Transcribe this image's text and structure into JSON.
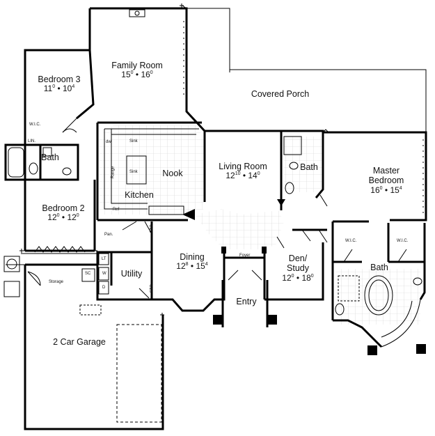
{
  "rooms": {
    "family_room": {
      "name": "Family Room",
      "dim_a": "15",
      "dim_a_sup": "0",
      "dim_b": "16",
      "dim_b_sup": "0"
    },
    "bedroom3": {
      "name": "Bedroom 3",
      "dim_a": "11",
      "dim_a_sup": "0",
      "dim_b": "10",
      "dim_b_sup": "4"
    },
    "covered_porch": {
      "name": "Covered Porch"
    },
    "nook": {
      "name": "Nook"
    },
    "kitchen": {
      "name": "Kitchen"
    },
    "living_room": {
      "name": "Living Room",
      "dim_a": "12",
      "dim_a_sup": "10",
      "dim_b": "14",
      "dim_b_sup": "0"
    },
    "master_bedroom": {
      "name_line1": "Master",
      "name_line2": "Bedroom",
      "dim_a": "16",
      "dim_a_sup": "0",
      "dim_b": "15",
      "dim_b_sup": "4"
    },
    "bath_left": {
      "name": "Bath"
    },
    "bath_mid": {
      "name": "Bath"
    },
    "bath_master": {
      "name": "Bath"
    },
    "bedroom2": {
      "name": "Bedroom 2",
      "dim_a": "12",
      "dim_a_sup": "0",
      "dim_b": "12",
      "dim_b_sup": "0"
    },
    "dining": {
      "name": "Dining",
      "dim_a": "12",
      "dim_a_sup": "8",
      "dim_b": "15",
      "dim_b_sup": "4"
    },
    "den_study": {
      "name_line1": "Den/",
      "name_line2": "Study",
      "dim_a": "12",
      "dim_a_sup": "0",
      "dim_b": "18",
      "dim_b_sup": "0"
    },
    "utility": {
      "name": "Utility"
    },
    "entry": {
      "name": "Entry"
    },
    "garage": {
      "name": "2 Car Garage"
    }
  },
  "small_labels": {
    "wic_left": "W.I.C.",
    "lin": "LIN.",
    "wic_master1": "W.I.C.",
    "wic_master2": "W.I.C.",
    "storage": "Storage",
    "foyer": "Foyer",
    "pan": "Pan.",
    "ref": "Ref",
    "sink_top": "Sink",
    "sink_island": "Sink",
    "dw": "dw",
    "range": "Range",
    "sto1": "STO.",
    "sto2": "STO.",
    "w": "W",
    "d": "D",
    "sc": "SC",
    "lt": "LT"
  }
}
